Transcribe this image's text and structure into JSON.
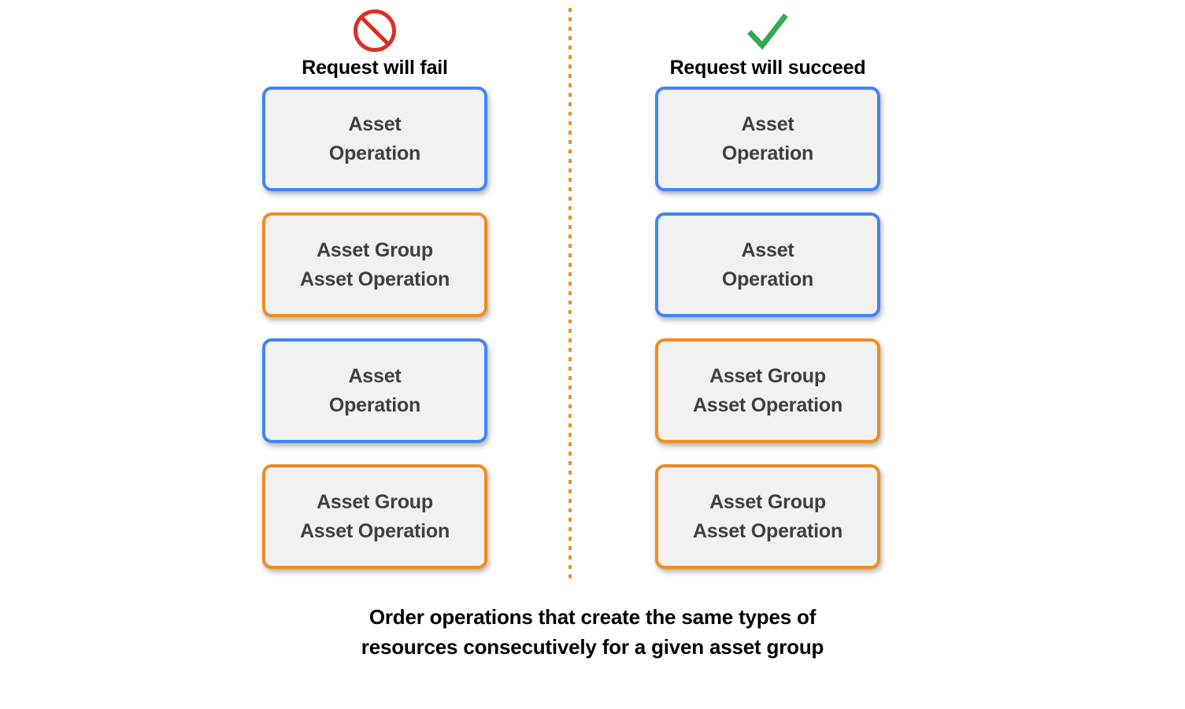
{
  "diagram": {
    "caption_lines": [
      "Order operations that create the same types of",
      "resources consecutively for a given asset group"
    ],
    "divider": {
      "style": "dotted",
      "color": "#e8912a"
    },
    "colors": {
      "asset_border": "#4285f4",
      "asset_group_border": "#ef8e21",
      "box_fill": "#f1f1f1",
      "box_text": "#3c4043",
      "fail_icon": "#d93025",
      "succeed_icon": "#34a853",
      "caption_text": "#000000"
    },
    "columns": [
      {
        "id": "fail",
        "title": "Request will fail",
        "icon": "prohibition-icon",
        "icon_color": "#d93025",
        "boxes": [
          {
            "kind": "asset",
            "label": "Asset\nOperation"
          },
          {
            "kind": "asset-group",
            "label": "Asset Group\nAsset Operation"
          },
          {
            "kind": "asset",
            "label": "Asset\nOperation"
          },
          {
            "kind": "asset-group",
            "label": "Asset Group\nAsset Operation"
          }
        ]
      },
      {
        "id": "succeed",
        "title": "Request will succeed",
        "icon": "check-icon",
        "icon_color": "#34a853",
        "boxes": [
          {
            "kind": "asset",
            "label": "Asset\nOperation"
          },
          {
            "kind": "asset",
            "label": "Asset\nOperation"
          },
          {
            "kind": "asset-group",
            "label": "Asset Group\nAsset Operation"
          },
          {
            "kind": "asset-group",
            "label": "Asset Group\nAsset Operation"
          }
        ]
      }
    ]
  }
}
